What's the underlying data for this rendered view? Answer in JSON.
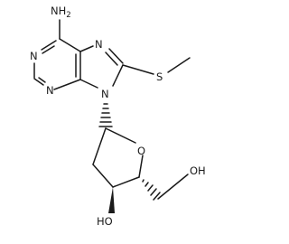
{
  "molecule": {
    "atoms": {
      "amine": "NH2",
      "n1": "N",
      "n3": "N",
      "n7": "N",
      "n9": "N",
      "sulfur": "S",
      "ring_oxygen": "O",
      "hydroxyl_3": "HO",
      "hydroxyl_5": "OH"
    }
  }
}
